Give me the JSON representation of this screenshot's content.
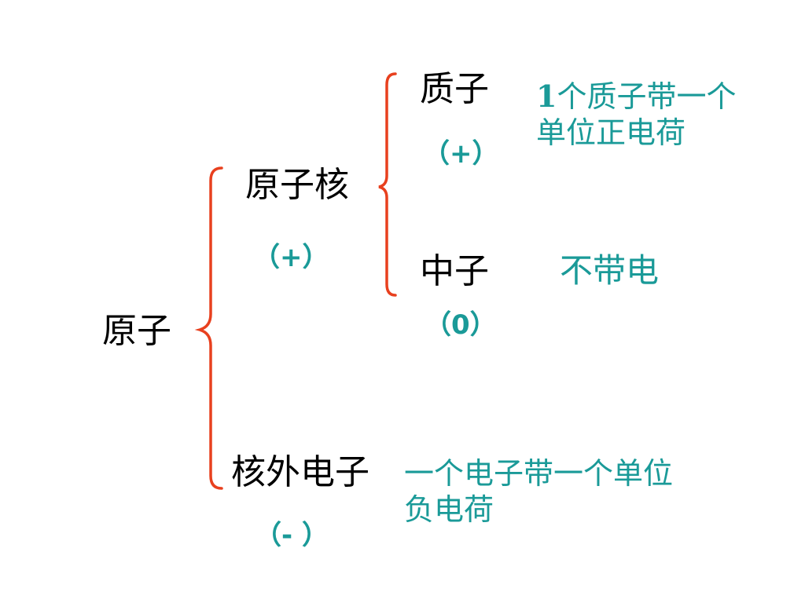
{
  "colors": {
    "brace": "#e8401e",
    "annotation": "#1a9a98",
    "text": "#000000"
  },
  "atom": {
    "label": "原子"
  },
  "nucleus": {
    "label": "原子核",
    "charge": "（+）"
  },
  "proton": {
    "label": "质子",
    "charge": "（+）",
    "note_prefix": "1",
    "note_line1": "个质子带一个",
    "note_line2": "单位正电荷"
  },
  "neutron": {
    "label": "中子",
    "charge": "（0）",
    "note": "不带电"
  },
  "electron": {
    "label": "核外电子",
    "charge": "（-  ）",
    "note_line1": "一个电子带一个单位",
    "note_line2": "负电荷"
  }
}
